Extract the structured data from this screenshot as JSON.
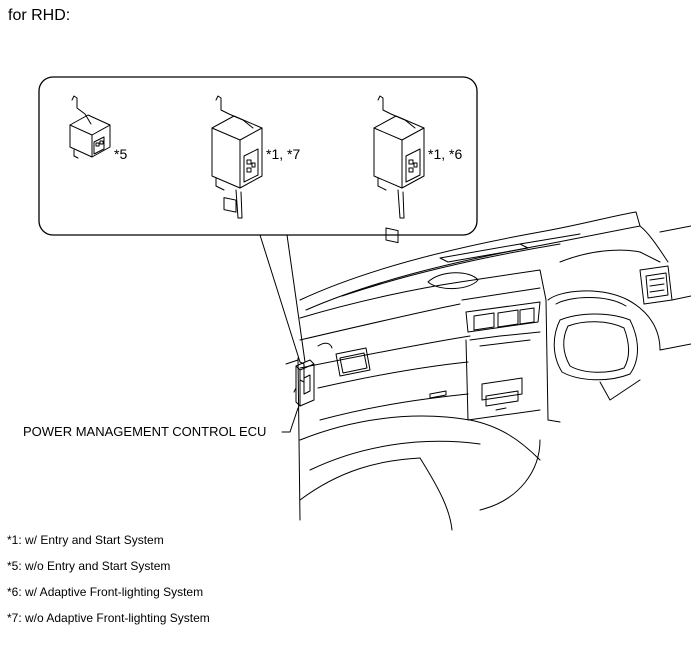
{
  "title": "for RHD:",
  "inset": {
    "units": [
      {
        "icon": "ecu-unit-small-icon",
        "label": "*5"
      },
      {
        "icon": "ecu-unit-large-icon",
        "label": "*1, *7"
      },
      {
        "icon": "ecu-unit-large-icon",
        "label": "*1, *6"
      }
    ]
  },
  "ecu_label": "POWER MANAGEMENT CONTROL ECU",
  "footnotes": [
    "*1: w/ Entry and Start System",
    "*5: w/o Entry and Start System",
    "*6: w/ Adaptive Front-lighting System",
    "*7: w/o Adaptive Front-lighting System"
  ]
}
